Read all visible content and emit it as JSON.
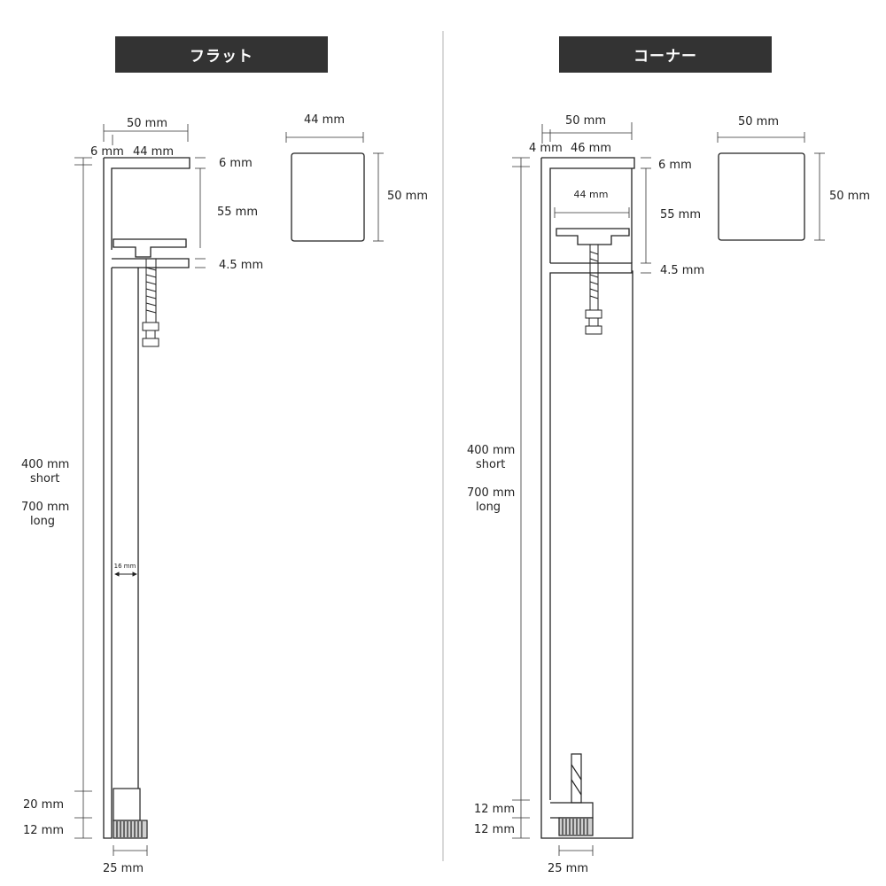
{
  "panels": {
    "flat": {
      "title": "フラット"
    },
    "corner": {
      "title": "コーナー"
    }
  },
  "flat": {
    "top_width": "50 mm",
    "wall": "6 mm",
    "inner": "44 mm",
    "top_thickness": "6 mm",
    "opening": "55 mm",
    "lip": "4.5 mm",
    "length_short": "400 mm",
    "length_short_label": "short",
    "length_long": "700 mm",
    "length_long_label": "long",
    "rod": "16 mm",
    "foot_block": "20 mm",
    "foot_pad": "12 mm",
    "foot_width": "25 mm",
    "section_width": "44 mm",
    "section_height": "50 mm"
  },
  "corner": {
    "top_width": "50 mm",
    "wall": "4 mm",
    "inner": "46 mm",
    "top_thickness": "6 mm",
    "plate_width": "44 mm",
    "opening": "55 mm",
    "lip": "4.5 mm",
    "length_short": "400 mm",
    "length_short_label": "short",
    "length_long": "700 mm",
    "length_long_label": "long",
    "foot_block": "12 mm",
    "foot_pad": "12 mm",
    "foot_width": "25 mm",
    "section_width": "50 mm",
    "section_height": "50 mm"
  }
}
